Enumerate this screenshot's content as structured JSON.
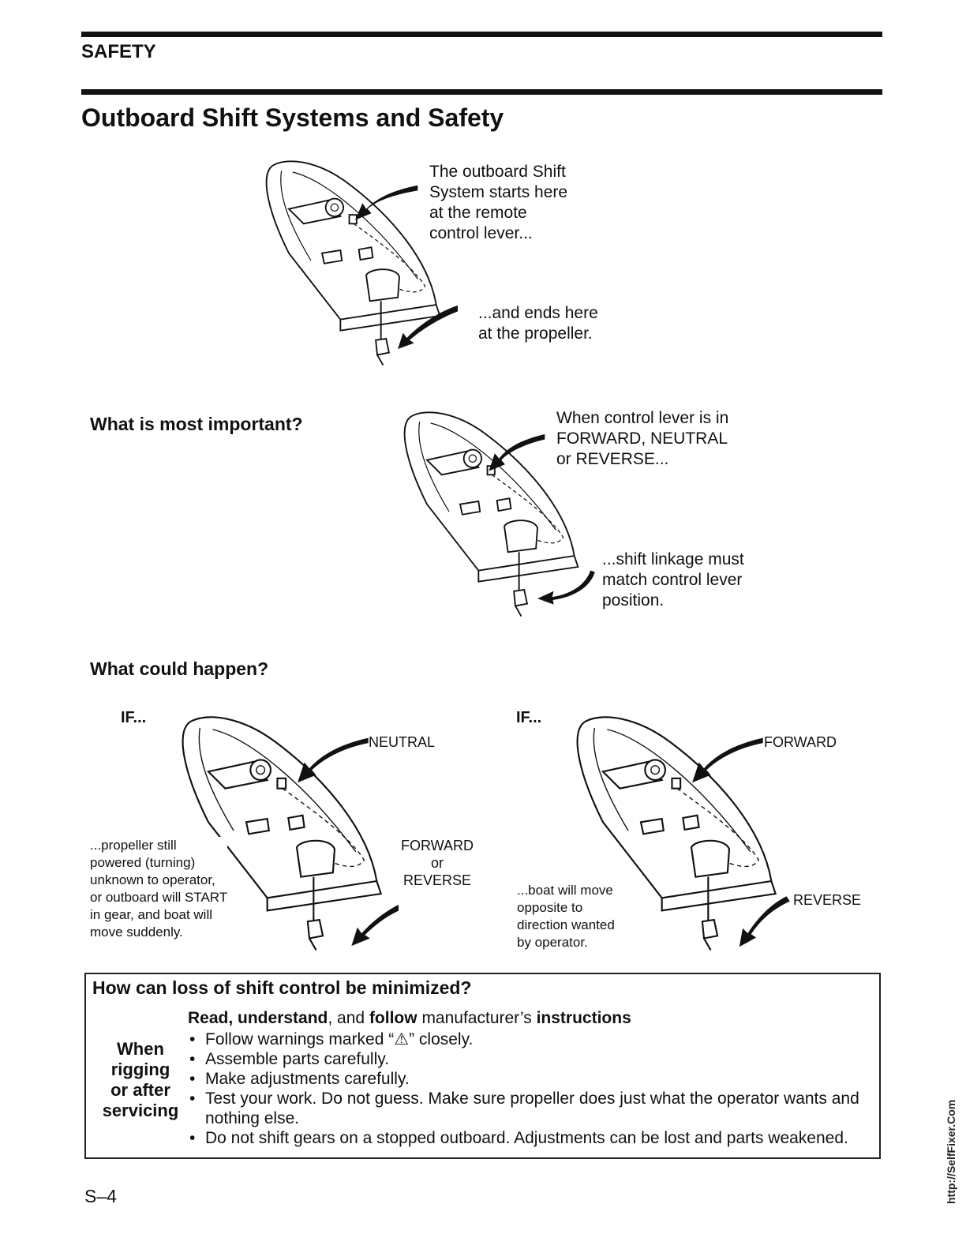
{
  "header": {
    "section": "SAFETY",
    "title": "Outboard Shift Systems and Safety"
  },
  "figure1": {
    "caption_top": "The outboard Shift\nSystem starts here\nat the remote\ncontrol lever...",
    "caption_bottom": "...and ends here\nat the propeller."
  },
  "important": {
    "question": "What is most important?",
    "caption_top": "When control lever is in\nFORWARD, NEUTRAL\nor REVERSE...",
    "caption_bottom": "...shift linkage must\nmatch control lever\nposition."
  },
  "happen": {
    "question": "What could happen?",
    "left": {
      "if_label": "IF...",
      "lever_label": "NEUTRAL",
      "linkage_label": "FORWARD\nor\nREVERSE",
      "result": "...propeller still\npowered (turning)\nunknown to operator,\nor outboard will START\nin gear, and boat will\nmove suddenly."
    },
    "right": {
      "if_label": "IF...",
      "lever_label": "FORWARD",
      "linkage_label": "REVERSE",
      "result": "...boat will move\nopposite to\ndirection wanted\nby operator."
    }
  },
  "minimize": {
    "heading": "How can loss of shift control be minimized?",
    "when_label": "When\nrigging\nor after\nservicing",
    "lead": {
      "w1": "Read,",
      "w2": "understand",
      "w3": ", and",
      "w4": "follow",
      "w5": "manufacturer’s",
      "w6": "instructions"
    },
    "bullets": [
      "Follow warnings marked “⚠” closely.",
      "Assemble parts carefully.",
      "Make adjustments carefully.",
      "Test your work. Do not guess. Make sure propeller does just what the operator wants and nothing else.",
      "Do not shift gears on a stopped outboard. Adjustments can be lost and parts weakened."
    ]
  },
  "footer": {
    "page_number": "S–4",
    "watermark": "http://SelfFixer.Com"
  }
}
